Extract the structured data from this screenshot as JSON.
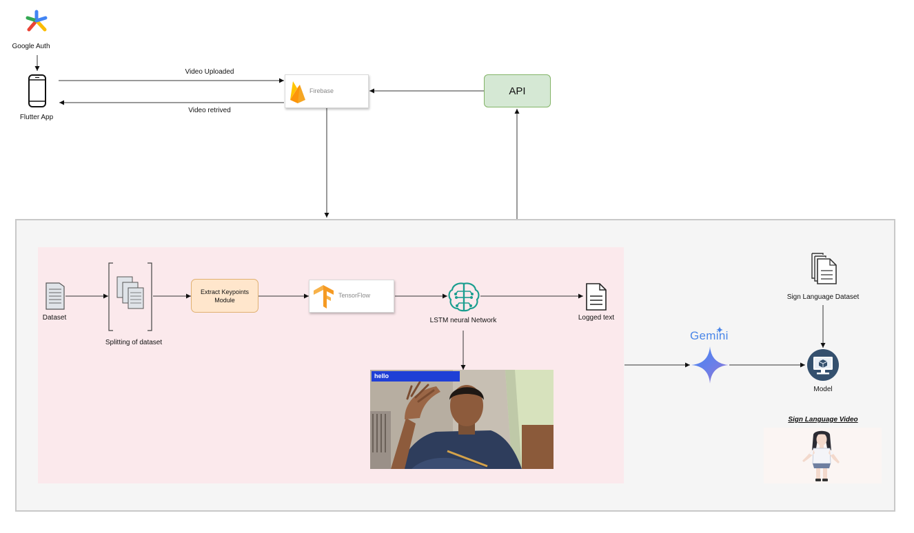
{
  "labels": {
    "google_auth": "Google Auth",
    "flutter_app": "Flutter App",
    "video_uploaded": "Video Uploaded",
    "video_retrived": "Video retrived",
    "firebase": "Firebase",
    "api": "API",
    "dataset": "Dataset",
    "splitting": "Splitting of dataset",
    "extract": "Extract Keypoints Module",
    "tensorflow": "TensorFlow",
    "lstm": "LSTM neural Network",
    "logged_text": "Logged text",
    "webcam_overlay": "hello",
    "gemini": "Gemini",
    "sign_dataset": "Sign Language Dataset",
    "model": "Model",
    "sign_video": "Sign Language Video"
  },
  "colors": {
    "firebase_orange": "#f5a623",
    "api_fill": "#d5e8d4",
    "extract_fill": "#ffe6cc",
    "pink_region": "#fbe9ec",
    "outer_region": "#f5f5f5",
    "tensorflow_orange": "#f59a23",
    "lstm_teal": "#1a9e8f",
    "gemini_blue": "#4a86e8",
    "model_navy": "#34506e",
    "overlay_blue": "#1f3fd6"
  },
  "icons": [
    "google-auth-icon",
    "phone-icon",
    "firebase-icon",
    "tensorflow-icon",
    "brain-circuit-icon",
    "document-icon",
    "gemini-star-icon",
    "model-monitor-icon",
    "stacked-documents-icon"
  ]
}
